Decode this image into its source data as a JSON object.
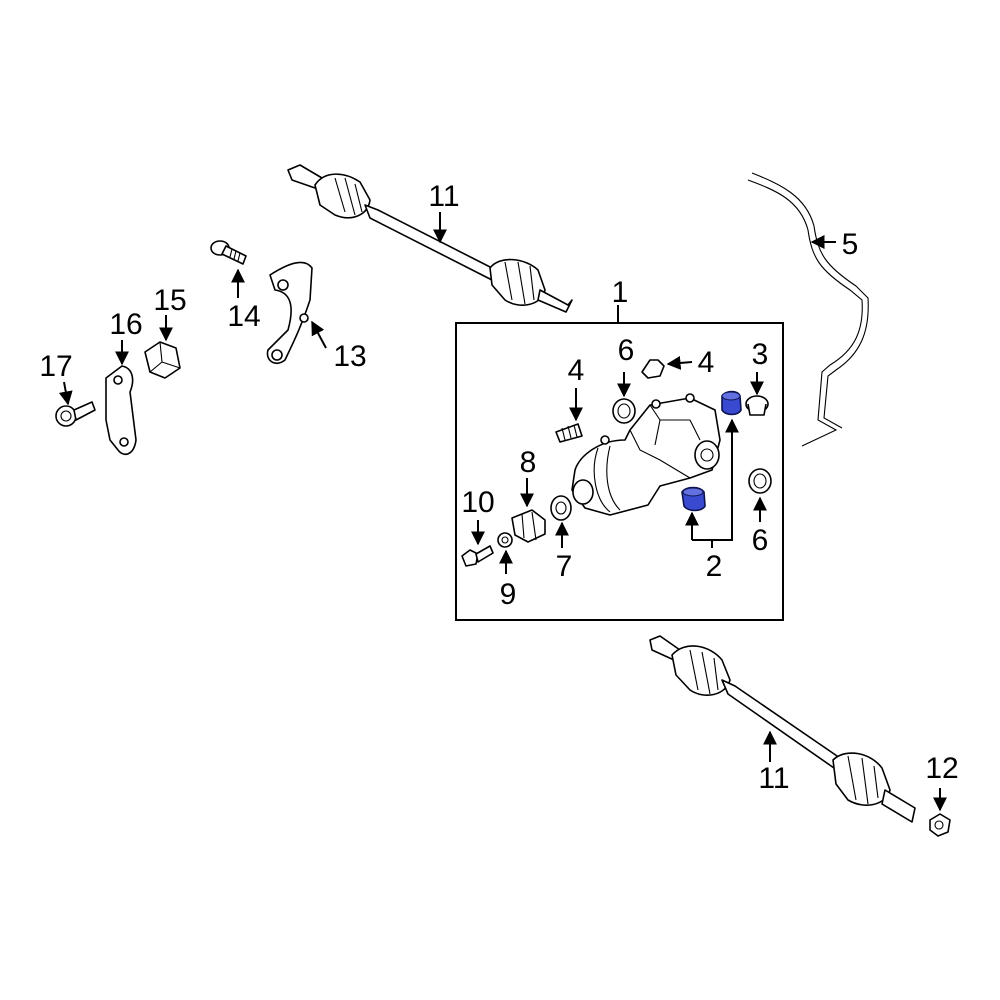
{
  "colors": {
    "highlight": "#3a4ad0",
    "line": "#000000",
    "background": "#ffffff"
  },
  "callouts": {
    "c1": "1",
    "c2": "2",
    "c3": "3",
    "c4a": "4",
    "c4b": "4",
    "c5": "5",
    "c6a": "6",
    "c6b": "6",
    "c7": "7",
    "c8": "8",
    "c9": "9",
    "c10": "10",
    "c11a": "11",
    "c11b": "11",
    "c12": "12",
    "c13": "13",
    "c14": "14",
    "c15": "15",
    "c16": "16",
    "c17": "17"
  },
  "highlighted_parts": [
    "2"
  ]
}
